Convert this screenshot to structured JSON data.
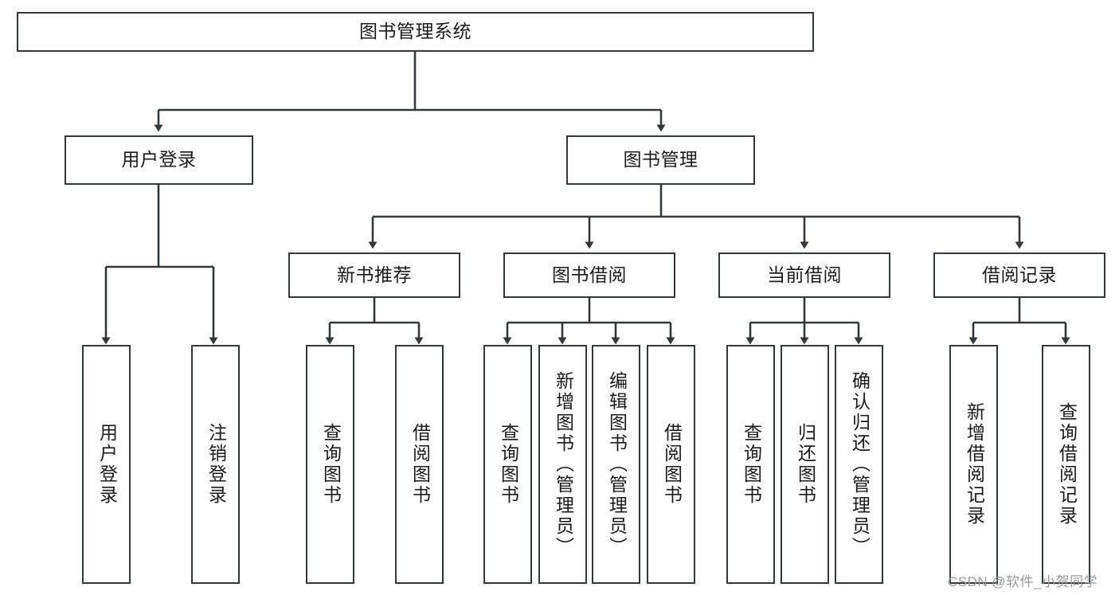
{
  "diagram": {
    "title": "图书管理系统",
    "type": "tree-hierarchy-diagram",
    "colors": {
      "stroke": "#33383d",
      "box_fill": "#ffffff",
      "text": "#1b1b1b",
      "background": "#ffffff",
      "watermark": "#9a9a9a"
    },
    "levels": {
      "level1": [
        "图书管理系统"
      ],
      "level2": [
        "用户登录",
        "图书管理"
      ],
      "level3": [
        "新书推荐",
        "图书借阅",
        "当前借阅",
        "借阅记录"
      ],
      "level4": [
        "用户登录",
        "注销登录",
        "查询图书",
        "借阅图书",
        "查询图书",
        "新增图书（管理员）",
        "编辑图书（管理员）",
        "借阅图书",
        "查询图书",
        "归还图书",
        "确认归还（管理员）",
        "新增借阅记录",
        "查询借阅记录"
      ]
    },
    "nodes": {
      "root": {
        "label": "图书管理系统"
      },
      "user_login": {
        "label": "用户登录"
      },
      "book_mgmt": {
        "label": "图书管理"
      },
      "new_book_rec": {
        "label": "新书推荐"
      },
      "book_borrow": {
        "label": "图书借阅"
      },
      "current_borrow": {
        "label": "当前借阅"
      },
      "borrow_record": {
        "label": "借阅记录"
      },
      "leaf_user_login": {
        "label": "用户登录"
      },
      "leaf_logout": {
        "label": "注销登录"
      },
      "leaf_query_book_1": {
        "label": "查询图书"
      },
      "leaf_borrow_book_1": {
        "label": "借阅图书"
      },
      "leaf_query_book_2": {
        "label": "查询图书"
      },
      "leaf_add_book_admin": {
        "label": "新增图书（管理员）"
      },
      "leaf_edit_book_admin": {
        "label": "编辑图书（管理员）"
      },
      "leaf_borrow_book_2": {
        "label": "借阅图书"
      },
      "leaf_query_book_3": {
        "label": "查询图书"
      },
      "leaf_return_book": {
        "label": "归还图书"
      },
      "leaf_confirm_return_admin": {
        "label": "确认归还（管理员）"
      },
      "leaf_add_borrow_record": {
        "label": "新增借阅记录"
      },
      "leaf_query_borrow_record": {
        "label": "查询借阅记录"
      }
    },
    "edges": [
      {
        "from": "root",
        "to": "user_login"
      },
      {
        "from": "root",
        "to": "book_mgmt"
      },
      {
        "from": "user_login",
        "to": "leaf_user_login"
      },
      {
        "from": "user_login",
        "to": "leaf_logout"
      },
      {
        "from": "book_mgmt",
        "to": "new_book_rec"
      },
      {
        "from": "book_mgmt",
        "to": "book_borrow"
      },
      {
        "from": "book_mgmt",
        "to": "current_borrow"
      },
      {
        "from": "book_mgmt",
        "to": "borrow_record"
      },
      {
        "from": "new_book_rec",
        "to": "leaf_query_book_1"
      },
      {
        "from": "new_book_rec",
        "to": "leaf_borrow_book_1"
      },
      {
        "from": "book_borrow",
        "to": "leaf_query_book_2"
      },
      {
        "from": "book_borrow",
        "to": "leaf_add_book_admin"
      },
      {
        "from": "book_borrow",
        "to": "leaf_edit_book_admin"
      },
      {
        "from": "book_borrow",
        "to": "leaf_borrow_book_2"
      },
      {
        "from": "current_borrow",
        "to": "leaf_query_book_3"
      },
      {
        "from": "current_borrow",
        "to": "leaf_return_book"
      },
      {
        "from": "current_borrow",
        "to": "leaf_confirm_return_admin"
      },
      {
        "from": "borrow_record",
        "to": "leaf_add_borrow_record"
      },
      {
        "from": "borrow_record",
        "to": "leaf_query_borrow_record"
      }
    ]
  },
  "watermark": {
    "text": "CSDN @软件_小贺同学"
  }
}
